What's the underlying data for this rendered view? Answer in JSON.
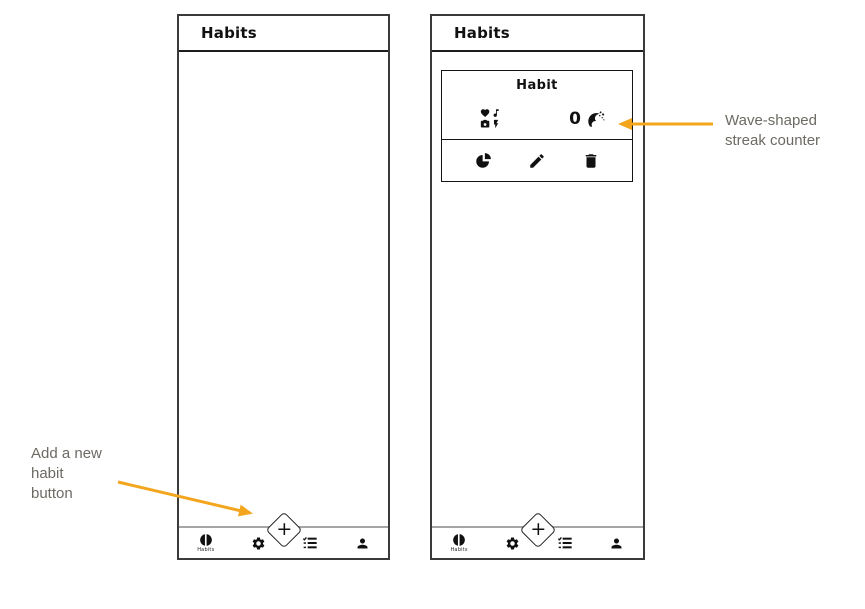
{
  "colors": {
    "arrow": "#F2A51D",
    "annotation_text": "#6D6A64",
    "icon": "#111111"
  },
  "annotations": {
    "add_habit": {
      "lines": [
        "Add a new",
        "habit",
        "button"
      ]
    },
    "streak_counter": {
      "lines": [
        "Wave-shaped",
        "streak counter"
      ]
    }
  },
  "phone_left": {
    "header": {
      "title": "Habits"
    },
    "nav": {
      "items": [
        {
          "id": "habits",
          "label": "Habits"
        },
        {
          "id": "settings",
          "label": ""
        },
        {
          "id": "tasks",
          "label": ""
        },
        {
          "id": "profile",
          "label": ""
        }
      ],
      "add_button_symbol": "+"
    }
  },
  "phone_right": {
    "header": {
      "title": "Habits"
    },
    "card": {
      "title": "Habit",
      "streak_count": "0",
      "icons": {
        "category": "habit-category-icons",
        "streak": "wave-streak-icon",
        "stats": "pie-chart-icon",
        "edit": "pencil-icon",
        "delete": "trash-icon"
      }
    },
    "nav": {
      "items": [
        {
          "id": "habits",
          "label": "Habits"
        },
        {
          "id": "settings",
          "label": ""
        },
        {
          "id": "tasks",
          "label": ""
        },
        {
          "id": "profile",
          "label": ""
        }
      ],
      "add_button_symbol": "+"
    }
  }
}
